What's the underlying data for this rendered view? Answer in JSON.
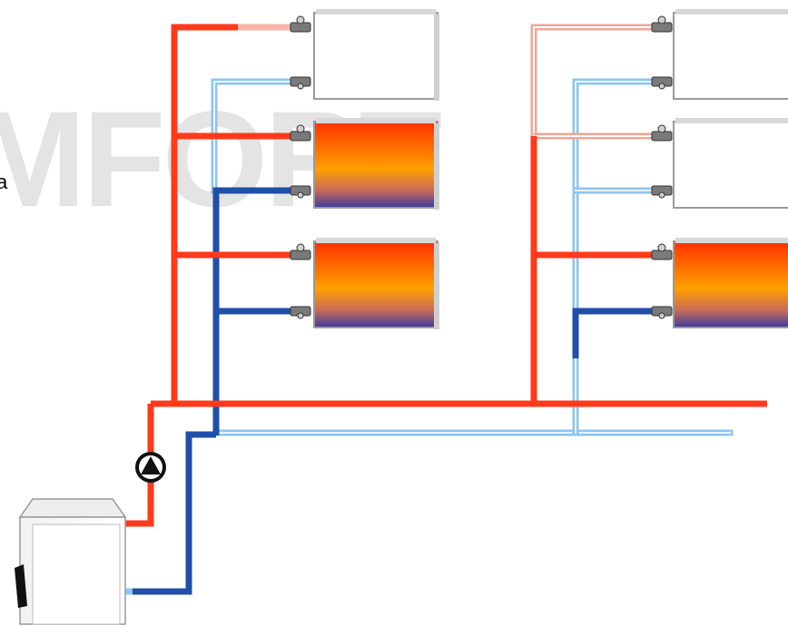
{
  "diagram": {
    "watermark_text": "MFORT",
    "edge_text": "a",
    "colors": {
      "supply_pipe": "#ff3a1a",
      "supply_pipe_cold": "#f7b6a8",
      "return_pipe_hot": "#1f4fa8",
      "return_pipe_cold": "#8ec5ee",
      "radiator_hot_top": "#ff3000",
      "radiator_mid": "#ffa000",
      "radiator_bottom": "#3a3aa0",
      "radiator_off": "#ffffff",
      "pump": "#111111"
    },
    "icons": [
      "pump-icon",
      "boiler-icon",
      "valve-icon"
    ],
    "radiators": [
      {
        "id": "left-1",
        "state": "off"
      },
      {
        "id": "left-2",
        "state": "heated"
      },
      {
        "id": "left-3",
        "state": "heated"
      },
      {
        "id": "right-1",
        "state": "off"
      },
      {
        "id": "right-2",
        "state": "off"
      },
      {
        "id": "right-3",
        "state": "heated"
      }
    ]
  }
}
